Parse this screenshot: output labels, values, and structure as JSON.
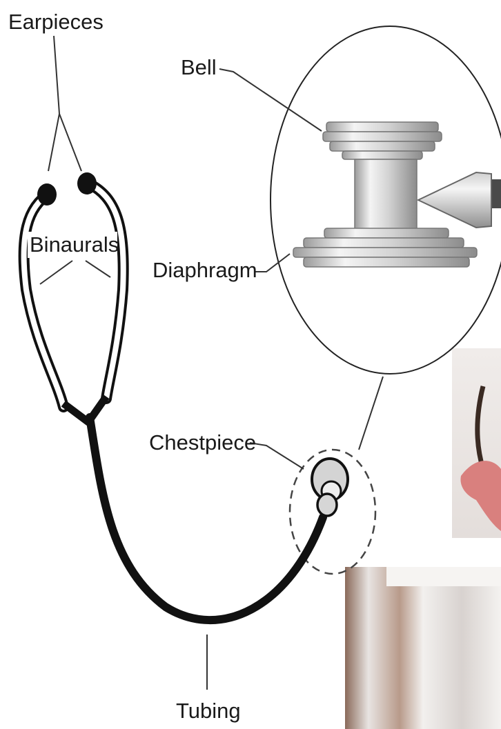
{
  "labels": {
    "earpieces": "Earpieces",
    "binaurals": "Binaurals",
    "bell": "Bell",
    "diaphragm": "Diaphragm",
    "chestpiece": "Chestpiece",
    "tubing": "Tubing"
  },
  "colors": {
    "ink": "#111111",
    "metal_light": "#ebebeb",
    "metal_mid": "#b9b9b9",
    "metal_dark": "#8a8a8a",
    "photo_skin": "#d9807e"
  }
}
